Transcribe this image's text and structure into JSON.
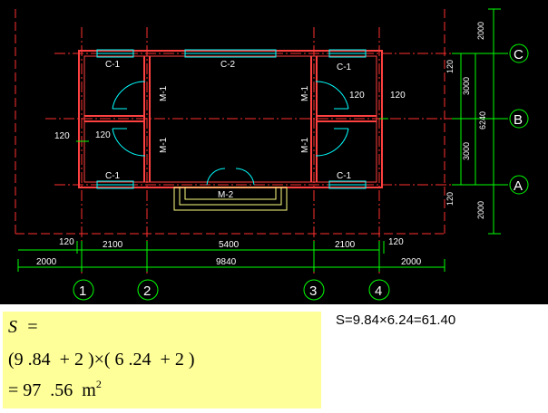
{
  "drawing": {
    "room_labels": {
      "c1_top_left": "C-1",
      "c2_top": "C-2",
      "c1_top_right": "C-1",
      "c1_bottom_left": "C-1",
      "c1_bottom_right": "C-1"
    },
    "door_labels": {
      "m1_left_top": "M-1",
      "m1_left_bottom": "M-1",
      "m1_right_top": "M-1",
      "m1_right_bottom": "M-1",
      "m2": "M-2"
    },
    "wall_thickness_labels": {
      "left_120": "120",
      "left_inner_120": "120",
      "right_inner_120": "120",
      "right_120": "120",
      "bottom_left_120": "120",
      "bottom_right_120": "120"
    },
    "dimensions_vertical": {
      "top_2000": "2000",
      "upper_120": "120",
      "upper_3000": "3000",
      "overall_6240": "6240",
      "lower_3000": "3000",
      "lower_120": "120",
      "bottom_2000": "2000"
    },
    "dimensions_horizontal": {
      "left_2100": "2100",
      "mid_5400": "5400",
      "right_2100": "2100",
      "overall_9840": "9840",
      "left_2000": "2000",
      "right_2000": "2000"
    },
    "axis_labels": {
      "a1": "1",
      "a2": "2",
      "a3": "3",
      "a4": "4",
      "aC": "C",
      "aB": "B",
      "aA": "A"
    },
    "colors": {
      "background": "#000000",
      "wall": "#ff4040",
      "window": "#00ffff",
      "dimension": "#00ff00",
      "grid": "#ff3030",
      "axis": "#00ff00"
    }
  },
  "formula": {
    "line1": "S  =",
    "line2": "(9 .84  + 2 )×( 6 .24  + 2 )",
    "line3_prefix": "= 97  .56  m",
    "line3_sup": "2",
    "background": "#ffff99"
  },
  "result": {
    "text": "S=9.84×6.24=61.40"
  }
}
